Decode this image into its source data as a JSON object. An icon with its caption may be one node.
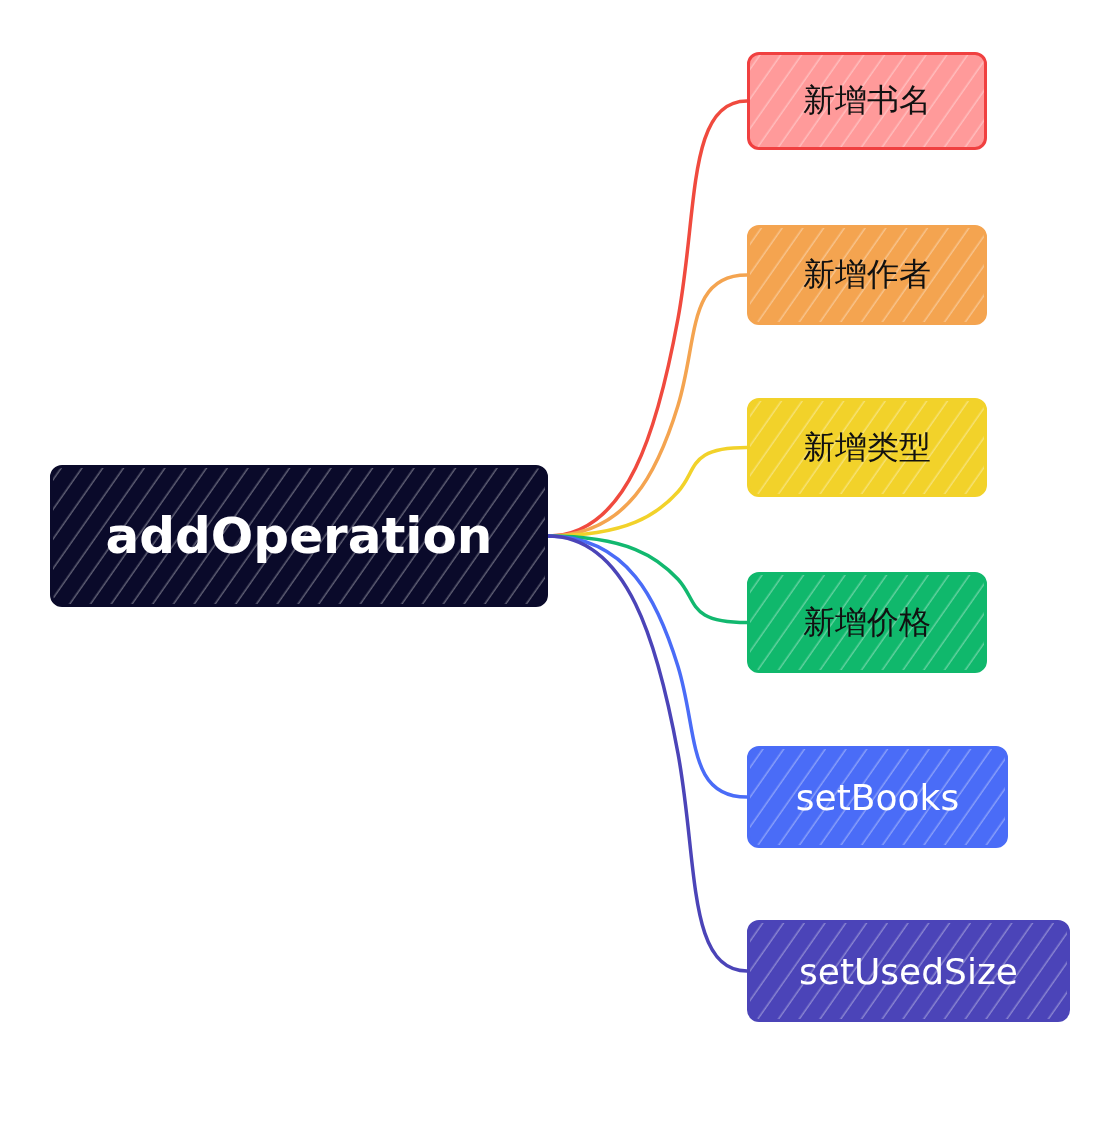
{
  "diagram": {
    "nodes": [
      {
        "text": [
          "addOperation"
        ]
      },
      {
        "text": [
          "新增书名"
        ]
      },
      {
        "text": [
          "新增作者"
        ]
      },
      {
        "text": [
          "新增类型"
        ]
      },
      {
        "text": [
          "新增价格"
        ]
      },
      {
        "text": [
          "setBooks"
        ]
      },
      {
        "text": [
          "setUsedSize"
        ]
      }
    ],
    "edges": [
      {
        "from": 0,
        "to": 1,
        "arrow": "none",
        "color": "#f04a3e"
      },
      {
        "from": 0,
        "to": 2,
        "arrow": "none",
        "color": "#f4a450"
      },
      {
        "from": 0,
        "to": 3,
        "arrow": "none",
        "color": "#f2d22a"
      },
      {
        "from": 0,
        "to": 4,
        "arrow": "none",
        "color": "#12b86f"
      },
      {
        "from": 0,
        "to": 5,
        "arrow": "none",
        "color": "#4a6cf7"
      },
      {
        "from": 0,
        "to": 6,
        "arrow": "none",
        "color": "#4b44b8"
      }
    ]
  }
}
